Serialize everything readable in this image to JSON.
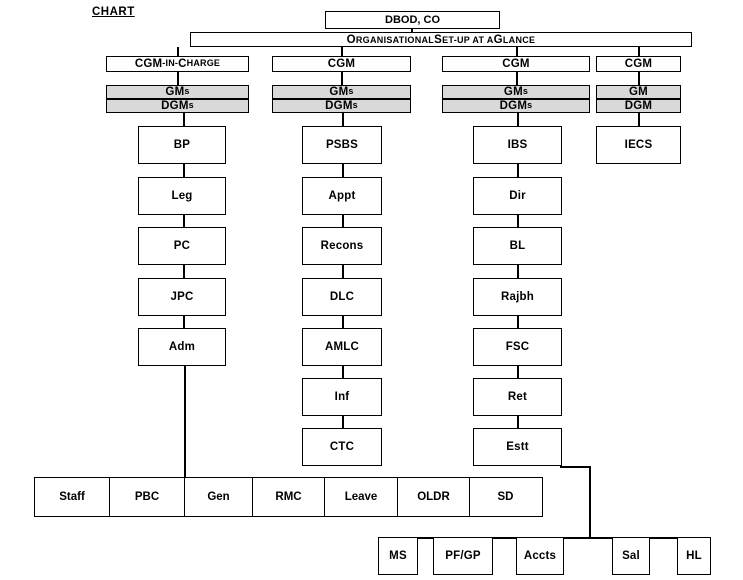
{
  "page": {
    "label": "CHART",
    "title_box": "DBOD, CO",
    "banner": "ORGANISATIONAL SET-UP AT A GLANCE",
    "banner_parts": {
      "o": "O",
      "rganisational": "RGANISATIONAL ",
      "s": "S",
      "etup": "ET-UP AT A ",
      "g": "G",
      "lance": "LANCE"
    }
  },
  "colors": {
    "line": "#000000",
    "box_fill": "#ffffff",
    "gray_fill": "#d9d9d9",
    "text": "#000000"
  },
  "columns": [
    {
      "head": {
        "title": "CGM-IN-CHARGE",
        "title_parts": {
          "cgm": "CGM",
          "dash1": "-",
          "in": "IN",
          "dash2": "-",
          "c": "C",
          "harge": "HARGE"
        },
        "gm": "GMs",
        "gm_parts": {
          "big": "GM",
          "small": "s"
        },
        "dgm": "DGMs",
        "dgm_parts": {
          "big": "DGM",
          "small": "s"
        }
      },
      "nodes": [
        "BP",
        "Leg",
        "PC",
        "JPC",
        "Adm"
      ]
    },
    {
      "head": {
        "title": "CGM",
        "gm": "GMs",
        "gm_parts": {
          "big": "GM",
          "small": "s"
        },
        "dgm": "DGMs",
        "dgm_parts": {
          "big": "DGM",
          "small": "s"
        }
      },
      "nodes": [
        "PSBS",
        "Appt",
        "Recons",
        "DLC",
        "AMLC",
        "Inf",
        "CTC"
      ]
    },
    {
      "head": {
        "title": "CGM",
        "gm": "GMs",
        "gm_parts": {
          "big": "GM",
          "small": "s"
        },
        "dgm": "DGMs",
        "dgm_parts": {
          "big": "DGM",
          "small": "s"
        }
      },
      "nodes": [
        "IBS",
        "Dir",
        "BL",
        "Rajbh",
        "FSC",
        "Ret",
        "Estt"
      ]
    },
    {
      "head": {
        "title": "CGM",
        "gm": "GM",
        "gm_parts": {
          "big": "GM",
          "small": ""
        },
        "dgm": "DGM",
        "dgm_parts": {
          "big": "DGM",
          "small": ""
        }
      },
      "nodes": [
        "IECS"
      ]
    }
  ],
  "admin_row": {
    "cells": [
      "Staff",
      "PBC",
      "Gen",
      "RMC",
      "Leave",
      "OLDR",
      "SD"
    ]
  },
  "estt_row": {
    "cells": [
      "MS",
      "PF/GP",
      "Accts",
      "Sal",
      "HL"
    ]
  }
}
